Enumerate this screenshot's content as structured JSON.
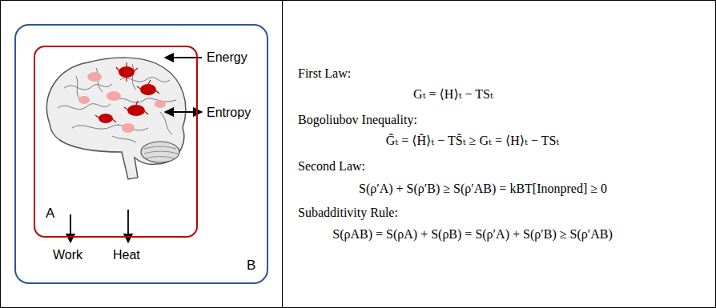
{
  "diagram": {
    "nodes": [
      {
        "text": [
          "B"
        ]
      },
      {
        "text": [
          "A"
        ],
        "in": 0
      }
    ],
    "labels": [
      "Energy",
      "Entropy",
      "Work",
      "Heat",
      "First Law:",
      "Gₜ = ⟨H⟩ₜ − TSₜ",
      "Bogoliubov Inequality:",
      "G̃ₜ = ⟨H̃⟩ₜ − TS̃ₜ ≥ Gₜ = ⟨H⟩ₜ − TSₜ",
      "Second Law:",
      "S(ρ′A) + S(ρ′B) ≥ S(ρ′AB) = kBT[Inonpred] ≥ 0",
      "Subadditivity Rule:",
      "S(ρAB) = S(ρA) + S(ρB) = S(ρ′A) + S(ρ′B) ≥ S(ρ′AB)"
    ]
  }
}
